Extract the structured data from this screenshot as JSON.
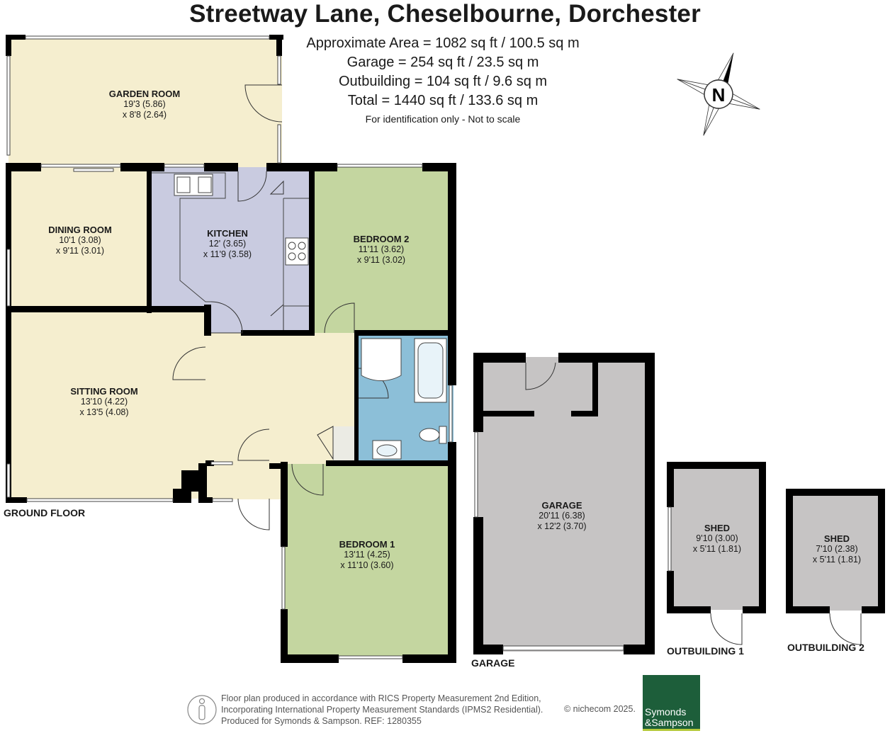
{
  "header": {
    "title": "Streetway Lane, Cheselbourne, Dorchester",
    "areas": [
      "Approximate Area = 1082 sq ft / 100.5 sq m",
      "Garage = 254 sq ft / 23.5 sq m",
      "Outbuilding = 104 sq ft / 9.6 sq m",
      "Total = 1440 sq ft / 133.6 sq m"
    ],
    "note": "For identification only - Not to scale"
  },
  "compass": {
    "letter": "N"
  },
  "rooms": [
    {
      "name": "GARDEN ROOM",
      "dim1": "19'3 (5.86)",
      "dim2": "x 8'8 (2.64)"
    },
    {
      "name": "DINING ROOM",
      "dim1": "10'1 (3.08)",
      "dim2": "x 9'11 (3.01)"
    },
    {
      "name": "KITCHEN",
      "dim1": "12' (3.65)",
      "dim2": "x 11'9 (3.58)"
    },
    {
      "name": "BEDROOM 2",
      "dim1": "11'11 (3.62)",
      "dim2": "x 9'11 (3.02)"
    },
    {
      "name": "SITTING ROOM",
      "dim1": "13'10 (4.22)",
      "dim2": "x 13'5 (4.08)"
    },
    {
      "name": "BEDROOM 1",
      "dim1": "13'11 (4.25)",
      "dim2": "x 11'10 (3.60)"
    },
    {
      "name": "GARAGE",
      "dim1": "20'11 (6.38)",
      "dim2": "x 12'2 (3.70)"
    },
    {
      "name": "SHED",
      "dim1": "9'10 (3.00)",
      "dim2": "x 5'11 (1.81)"
    },
    {
      "name": "SHED",
      "dim1": "7'10 (2.38)",
      "dim2": "x 5'11 (1.81)"
    }
  ],
  "floor_labels": {
    "ground": "GROUND FLOOR",
    "garage": "GARAGE",
    "out1": "OUTBUILDING 1",
    "out2": "OUTBUILDING 2"
  },
  "footer": {
    "line1": "Floor plan produced in accordance with RICS Property Measurement 2nd Edition,",
    "line2": "Incorporating International Property Measurement Standards (IPMS2 Residential).",
    "line3": "Produced for Symonds & Sampson.   REF:  1280355",
    "copyright": "© nichecom 2025."
  },
  "logo": {
    "line1": "Symonds",
    "line2": "&Sampson"
  },
  "colors": {
    "wall": "#000000",
    "cream": "#f5eecf",
    "green": "#c4d6a0",
    "kitchen": "#c9cbe0",
    "bathroom": "#8cbfd8",
    "grey": "#c6c4c4",
    "brand": "#1d5e3a"
  }
}
